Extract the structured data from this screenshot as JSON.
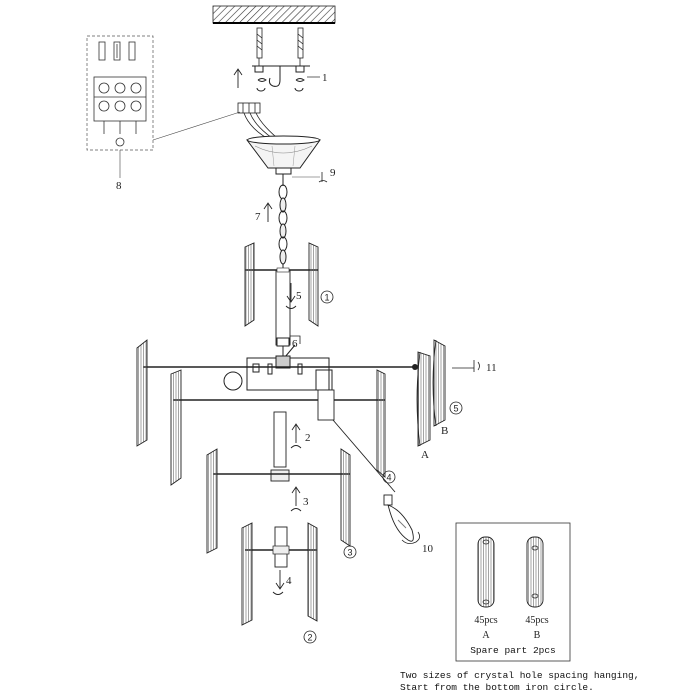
{
  "callouts": {
    "c1": "1",
    "c2": "2",
    "c3": "3",
    "c4": "4",
    "c5": "5",
    "c6": "6",
    "c7": "7",
    "c8": "8",
    "c9": "9",
    "c10": "10",
    "c11": "11"
  },
  "tiers": {
    "t1": "1",
    "t2": "2",
    "t3": "3",
    "t4": "4",
    "t5": "5"
  },
  "labels": {
    "a_ring": "A",
    "b_ring": "B"
  },
  "spare_box": {
    "a_qty": "45pcs",
    "b_qty": "45pcs",
    "a_label": "A",
    "b_label": "B",
    "caption": "Spare part 2pcs"
  },
  "note": {
    "line1": "Two sizes of crystal hole spacing hanging,",
    "line2": "Start from the bottom iron circle."
  }
}
